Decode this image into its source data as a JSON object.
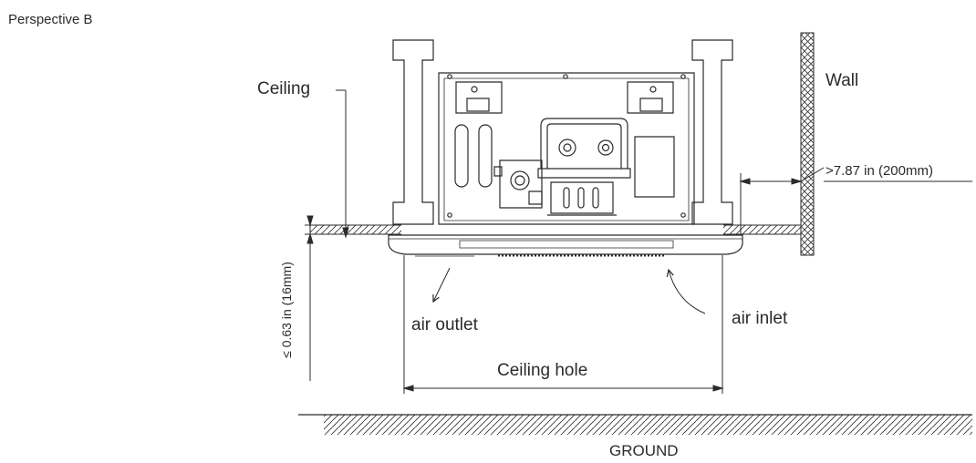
{
  "labels": {
    "perspective": "Perspective B",
    "ceiling": "Ceiling",
    "wall": "Wall",
    "wall_clearance": ">7.87 in (200mm)",
    "air_outlet": "air outlet",
    "air_inlet": "air inlet",
    "ceiling_hole": "Ceiling hole",
    "ground": "GROUND",
    "max_gap": "≤ 0.63 in (16mm)"
  },
  "colors": {
    "line": "#2b2b2b",
    "background": "#ffffff"
  }
}
